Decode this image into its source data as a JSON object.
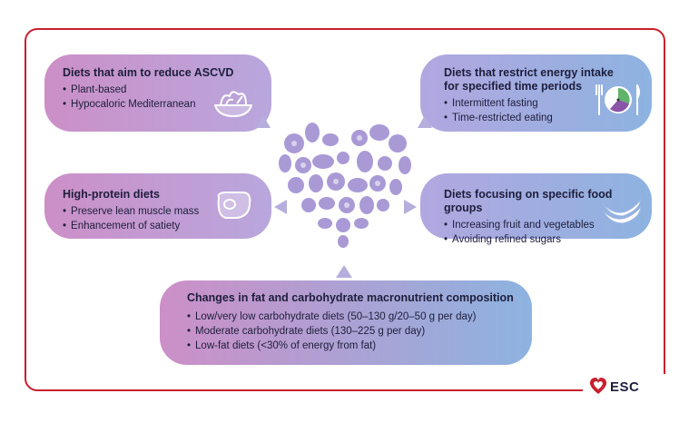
{
  "boxes": {
    "reduce_ascvd": {
      "title": "Diets that aim to reduce ASCVD",
      "items": [
        "Plant-based",
        "Hypocaloric Mediterranean"
      ]
    },
    "energy_restrict": {
      "title_line1": "Diets that restrict energy intake",
      "title_line2": "for specified time periods",
      "items": [
        "Intermittent fasting",
        "Time-restricted eating"
      ]
    },
    "high_protein": {
      "title": "High-protein diets",
      "items": [
        "Preserve lean muscle mass",
        "Enhancement of satiety"
      ]
    },
    "food_groups": {
      "title": "Diets focusing on specific food groups",
      "items": [
        "Increasing fruit and vegetables",
        "Avoiding refined sugars"
      ]
    },
    "macronutrient": {
      "title": "Changes in fat and carbohydrate macronutrient composition",
      "items": [
        "Low/very low carbohydrate diets (50–130 g/20–50 g per day)",
        "Moderate carbohydrate diets (130–225 g per day)",
        "Low-fat diets (<30% of energy from fat)"
      ]
    }
  },
  "icons": [
    "salad-bowl-icon",
    "clock-plate-icon",
    "steak-icon",
    "banana-icon",
    "fruit-vegetable-heart-icon",
    "esc-heart-icon"
  ],
  "logo": {
    "text": "ESC"
  },
  "colors": {
    "frame": "#c8202f",
    "pink": "#cc8fc7",
    "lavender": "#b8a7dd",
    "blue": "#8db3e0",
    "heart": "#a99ad6",
    "arrow": "#b6aedd"
  }
}
